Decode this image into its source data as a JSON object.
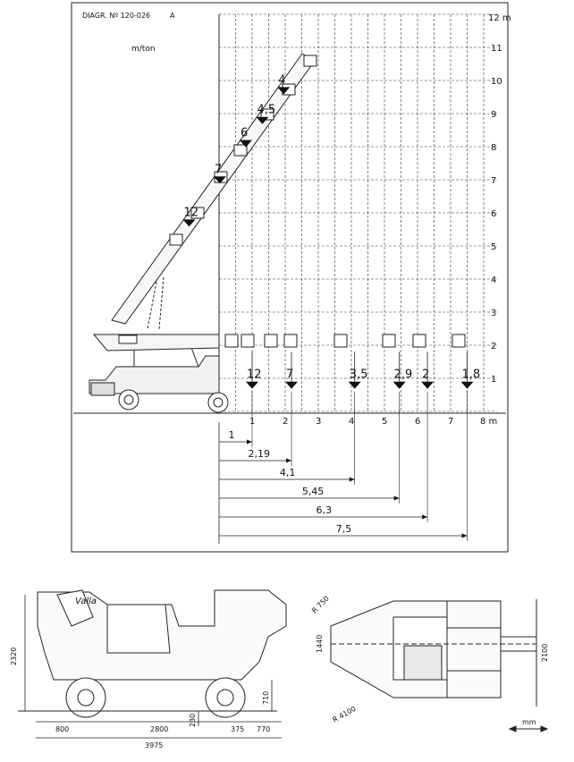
{
  "header": {
    "diagram_no": "DIAGR. Nº 120-026",
    "revision": "A",
    "unit": "m/ton"
  },
  "chart_data": {
    "type": "load-chart",
    "y_axis": {
      "labels": [
        "1",
        "2",
        "3",
        "4",
        "5",
        "6",
        "7",
        "8",
        "9",
        "10",
        "11"
      ],
      "top_label": "12 m"
    },
    "x_axis": {
      "labels": [
        "1",
        "2",
        "3",
        "4",
        "5",
        "6",
        "7"
      ],
      "end_label": "8 m"
    },
    "horizontal_loads": [
      {
        "radius": 1,
        "load": "12"
      },
      {
        "radius": 2.19,
        "load": "7"
      },
      {
        "radius": 4.1,
        "load": "3,5"
      },
      {
        "radius": 5.45,
        "load": "2,9"
      },
      {
        "radius": 6.3,
        "load": "2"
      },
      {
        "radius": 7.5,
        "load": "1,8"
      }
    ],
    "raised_loads": [
      {
        "height": 5.8,
        "load": "12"
      },
      {
        "height": 7.1,
        "load": "7"
      },
      {
        "height": 8.2,
        "load": "6"
      },
      {
        "height": 8.9,
        "load": "4,5"
      },
      {
        "height": 9.8,
        "load": "4"
      }
    ],
    "reach_dimensions": [
      "1",
      "2,19",
      "4,1",
      "5,45",
      "6,3",
      "7,5"
    ]
  },
  "side_view": {
    "brand": "Valla",
    "height": "2320",
    "height_710": "710",
    "clearance": "230",
    "dims": [
      "800",
      "2800",
      "375",
      "770"
    ],
    "total_length": "3975"
  },
  "top_view": {
    "width": "2100",
    "track": "1440",
    "r750": "R 750",
    "r4100": "R 4100",
    "unit": "mm"
  }
}
